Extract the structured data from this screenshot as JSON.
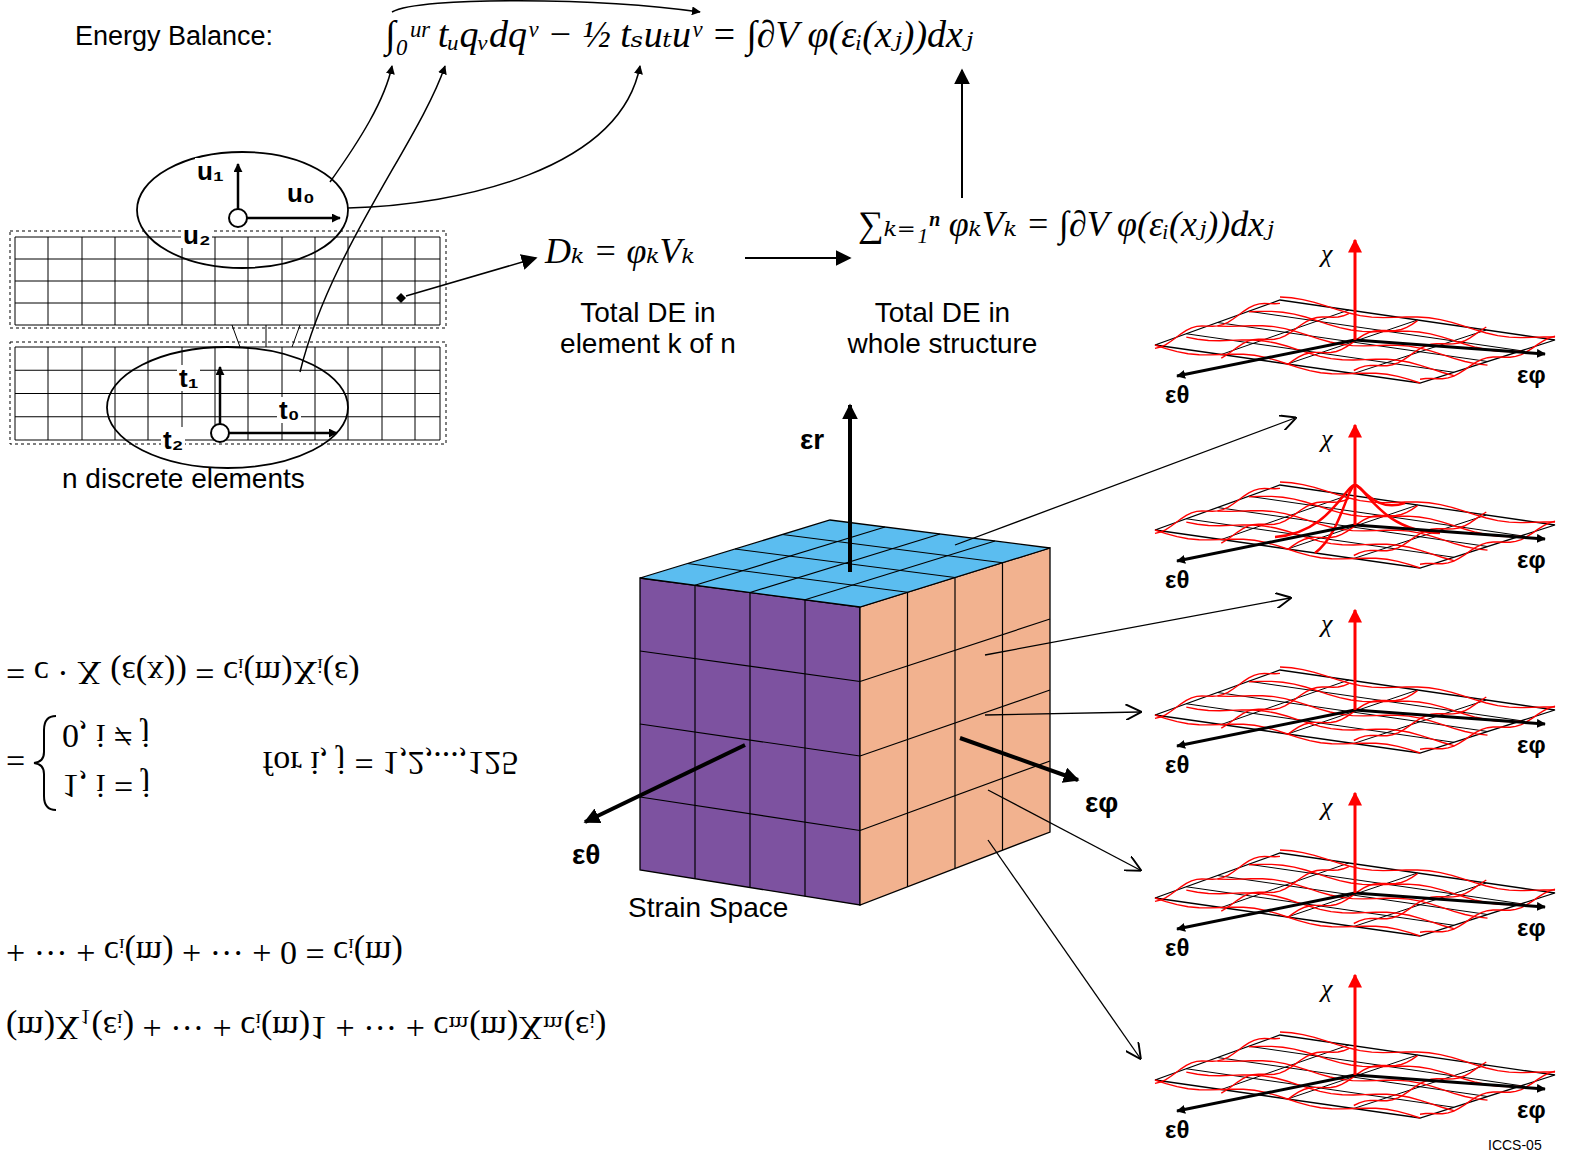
{
  "diagram": {
    "nodes": [
      {
        "text": [
          "u₁",
          "u₀",
          "u₂"
        ]
      },
      {
        "text": [
          "t₁",
          "t₀",
          "t₂"
        ]
      }
    ],
    "labels": [
      "Energy Balance:",
      "∫₀ᵘʳ tᵤqᵥdqᵛ − ½ tₛuₜuᵛ = ∫∂V φ(εᵢ(xⱼ))dxⱼ",
      "Dₖ = φₖVₖ",
      "Total DE in element k of n",
      "∑ₖ₌₁ⁿ φₖVₖ = ∫∂V φ(εᵢ(xⱼ))dxⱼ",
      "Total DE in whole structure",
      "n discrete elements",
      "εr",
      "εθ",
      "εφ",
      "Strain Space",
      "χ",
      "εθ",
      "εφ",
      "χ",
      "εθ",
      "εφ",
      "χ",
      "εθ",
      "εφ",
      "χ",
      "εθ",
      "εφ",
      "χ",
      "εθ",
      "εφ",
      "ICCS-05",
      "= c · X (ε(x)) = cᵢ(m)Xᵢ(ε)",
      "=",
      "1, i = j",
      "0, i ≠ j",
      "for i, j = 1,2,...,125",
      "+ ··· + cᵢ(m) + ··· + 0 = cᵢ(m)",
      "(m)X₁(εᵢ) + ··· + cᵢ(m)1 + ··· + cₘ(m)Xₘ(εᵢ)"
    ]
  }
}
